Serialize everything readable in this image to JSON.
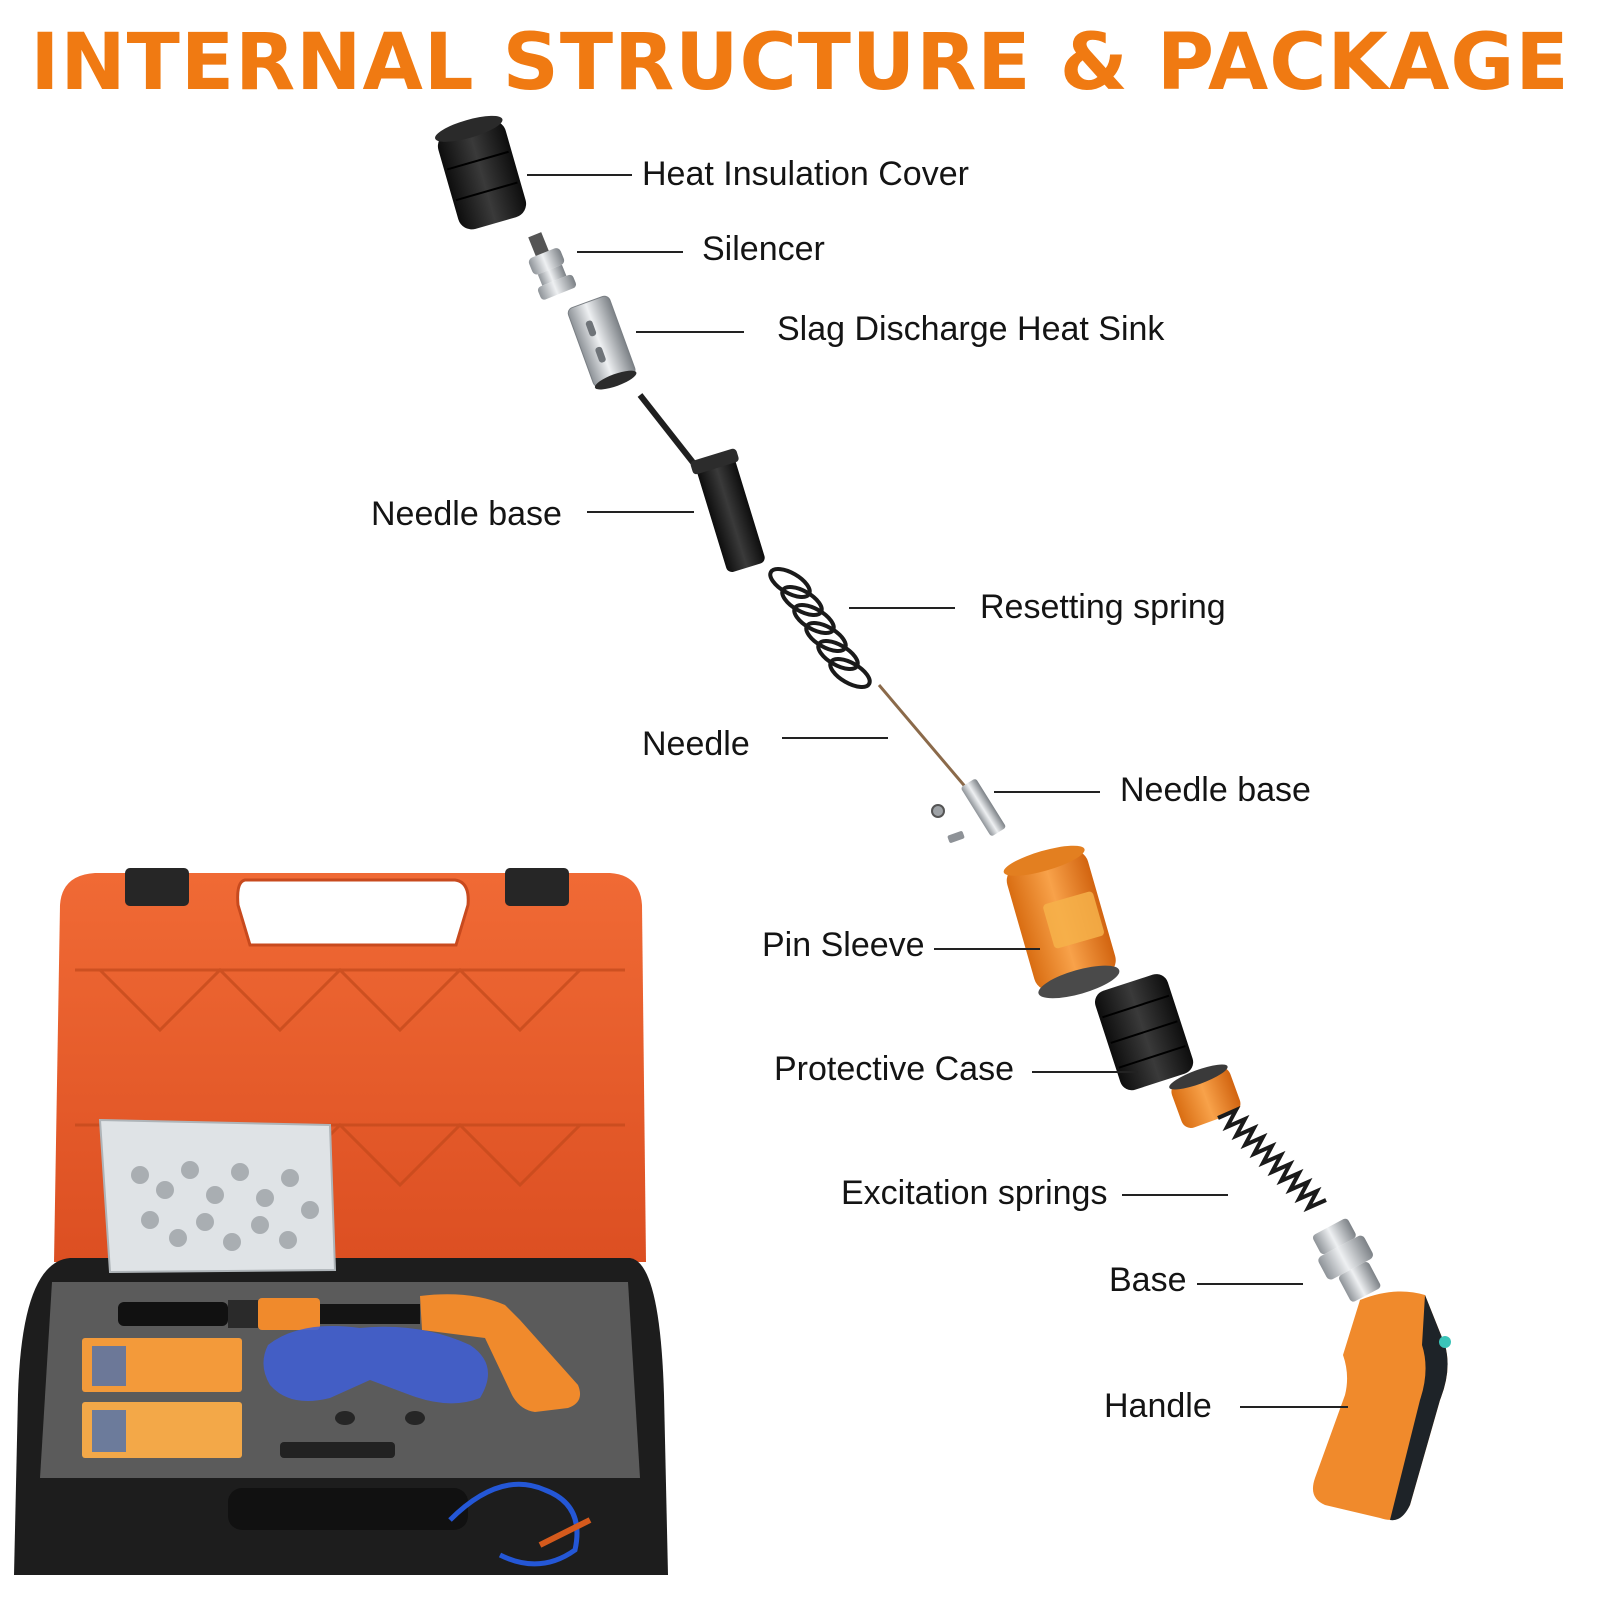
{
  "title": "INTERNAL STRUCTURE & PACKAGE",
  "colors": {
    "title_orange": "#f07a12",
    "part_orange": "#f08a2c",
    "case_orange": "#e8582a",
    "case_black": "#1c1c1c",
    "foam_gray": "#5a5a5a",
    "metal": "#c4c8cc"
  },
  "parts": [
    {
      "id": "heat-insulation-cover",
      "label": "Heat Insulation Cover"
    },
    {
      "id": "silencer",
      "label": "Silencer"
    },
    {
      "id": "slag-discharge-heat-sink",
      "label": "Slag Discharge Heat Sink"
    },
    {
      "id": "needle-base-upper",
      "label": "Needle base"
    },
    {
      "id": "resetting-spring",
      "label": "Resetting spring"
    },
    {
      "id": "needle",
      "label": "Needle"
    },
    {
      "id": "needle-base-lower",
      "label": "Needle base"
    },
    {
      "id": "pin-sleeve",
      "label": "Pin Sleeve"
    },
    {
      "id": "protective-case",
      "label": "Protective Case"
    },
    {
      "id": "excitation-springs",
      "label": "Excitation springs"
    },
    {
      "id": "base",
      "label": "Base"
    },
    {
      "id": "handle",
      "label": "Handle"
    }
  ]
}
